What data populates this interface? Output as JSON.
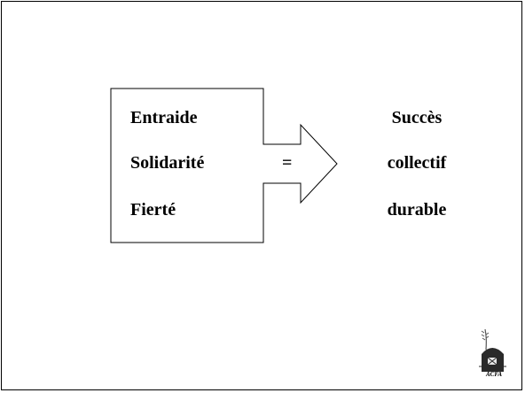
{
  "left_terms": [
    "Entraide",
    "Solidarité",
    "Fierté"
  ],
  "operator": "=",
  "right_terms": [
    "Succès",
    "collectif",
    "durable"
  ],
  "logo": {
    "text": "ACFA",
    "icon": "barn-wheat-logo-icon"
  }
}
